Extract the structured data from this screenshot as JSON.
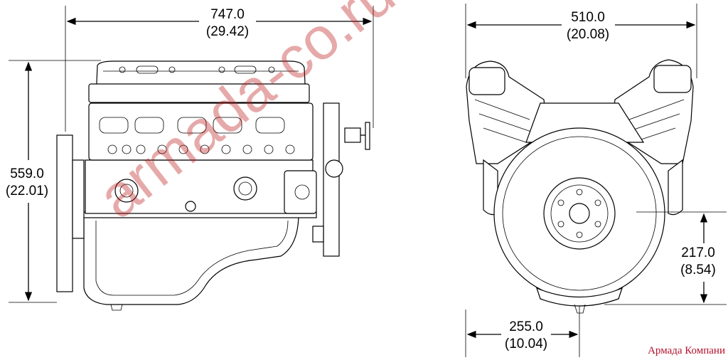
{
  "dimensions": {
    "front_width_mm": "747.0",
    "front_width_in": "(29.42)",
    "front_height_mm": "559.0",
    "front_height_in": "(22.01)",
    "side_width_mm": "510.0",
    "side_width_in": "(20.08)",
    "crank_height_mm": "217.0",
    "crank_height_in": "(8.54)",
    "crank_offset_mm": "255.0",
    "crank_offset_in": "(10.04)"
  },
  "watermark": "armada-co.ru",
  "brand": "Армада Компани",
  "colors": {
    "line": "#000000",
    "watermark": "#be1e1e",
    "brand": "#b3122a"
  }
}
